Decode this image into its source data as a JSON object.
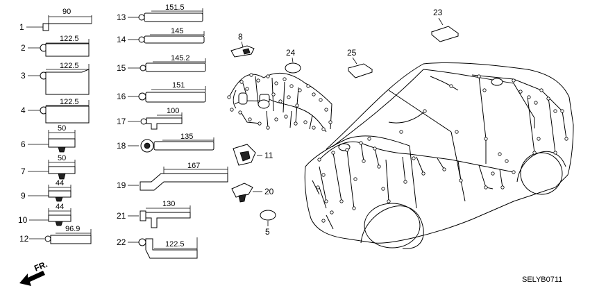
{
  "diagram": {
    "catalog_code": "SELYB0711",
    "direction_label": "FR.",
    "callouts": [
      {
        "id": "p1",
        "number": "1",
        "dimension": "90"
      },
      {
        "id": "p2",
        "number": "2",
        "dimension": "122.5"
      },
      {
        "id": "p3",
        "number": "3",
        "dimension": "122.5"
      },
      {
        "id": "p4",
        "number": "4",
        "dimension": "122.5"
      },
      {
        "id": "p6",
        "number": "6",
        "dimension": "50"
      },
      {
        "id": "p7",
        "number": "7",
        "dimension": "50"
      },
      {
        "id": "p9",
        "number": "9",
        "dimension": "44"
      },
      {
        "id": "p10",
        "number": "10",
        "dimension": "44"
      },
      {
        "id": "p12",
        "number": "12",
        "dimension": "96.9"
      },
      {
        "id": "p13",
        "number": "13",
        "dimension": "151.5"
      },
      {
        "id": "p14",
        "number": "14",
        "dimension": "145"
      },
      {
        "id": "p15",
        "number": "15",
        "dimension": "145.2"
      },
      {
        "id": "p16",
        "number": "16",
        "dimension": "151"
      },
      {
        "id": "p17",
        "number": "17",
        "dimension": "100"
      },
      {
        "id": "p18",
        "number": "18",
        "dimension": "135"
      },
      {
        "id": "p19",
        "number": "19",
        "dimension": "167"
      },
      {
        "id": "p21",
        "number": "21",
        "dimension": "130"
      },
      {
        "id": "p22",
        "number": "22",
        "dimension": "122.5"
      },
      {
        "id": "p5",
        "number": "5"
      },
      {
        "id": "p8",
        "number": "8"
      },
      {
        "id": "p11",
        "number": "11"
      },
      {
        "id": "p20",
        "number": "20"
      },
      {
        "id": "p23",
        "number": "23"
      },
      {
        "id": "p24",
        "number": "24"
      },
      {
        "id": "p25",
        "number": "25"
      }
    ]
  }
}
